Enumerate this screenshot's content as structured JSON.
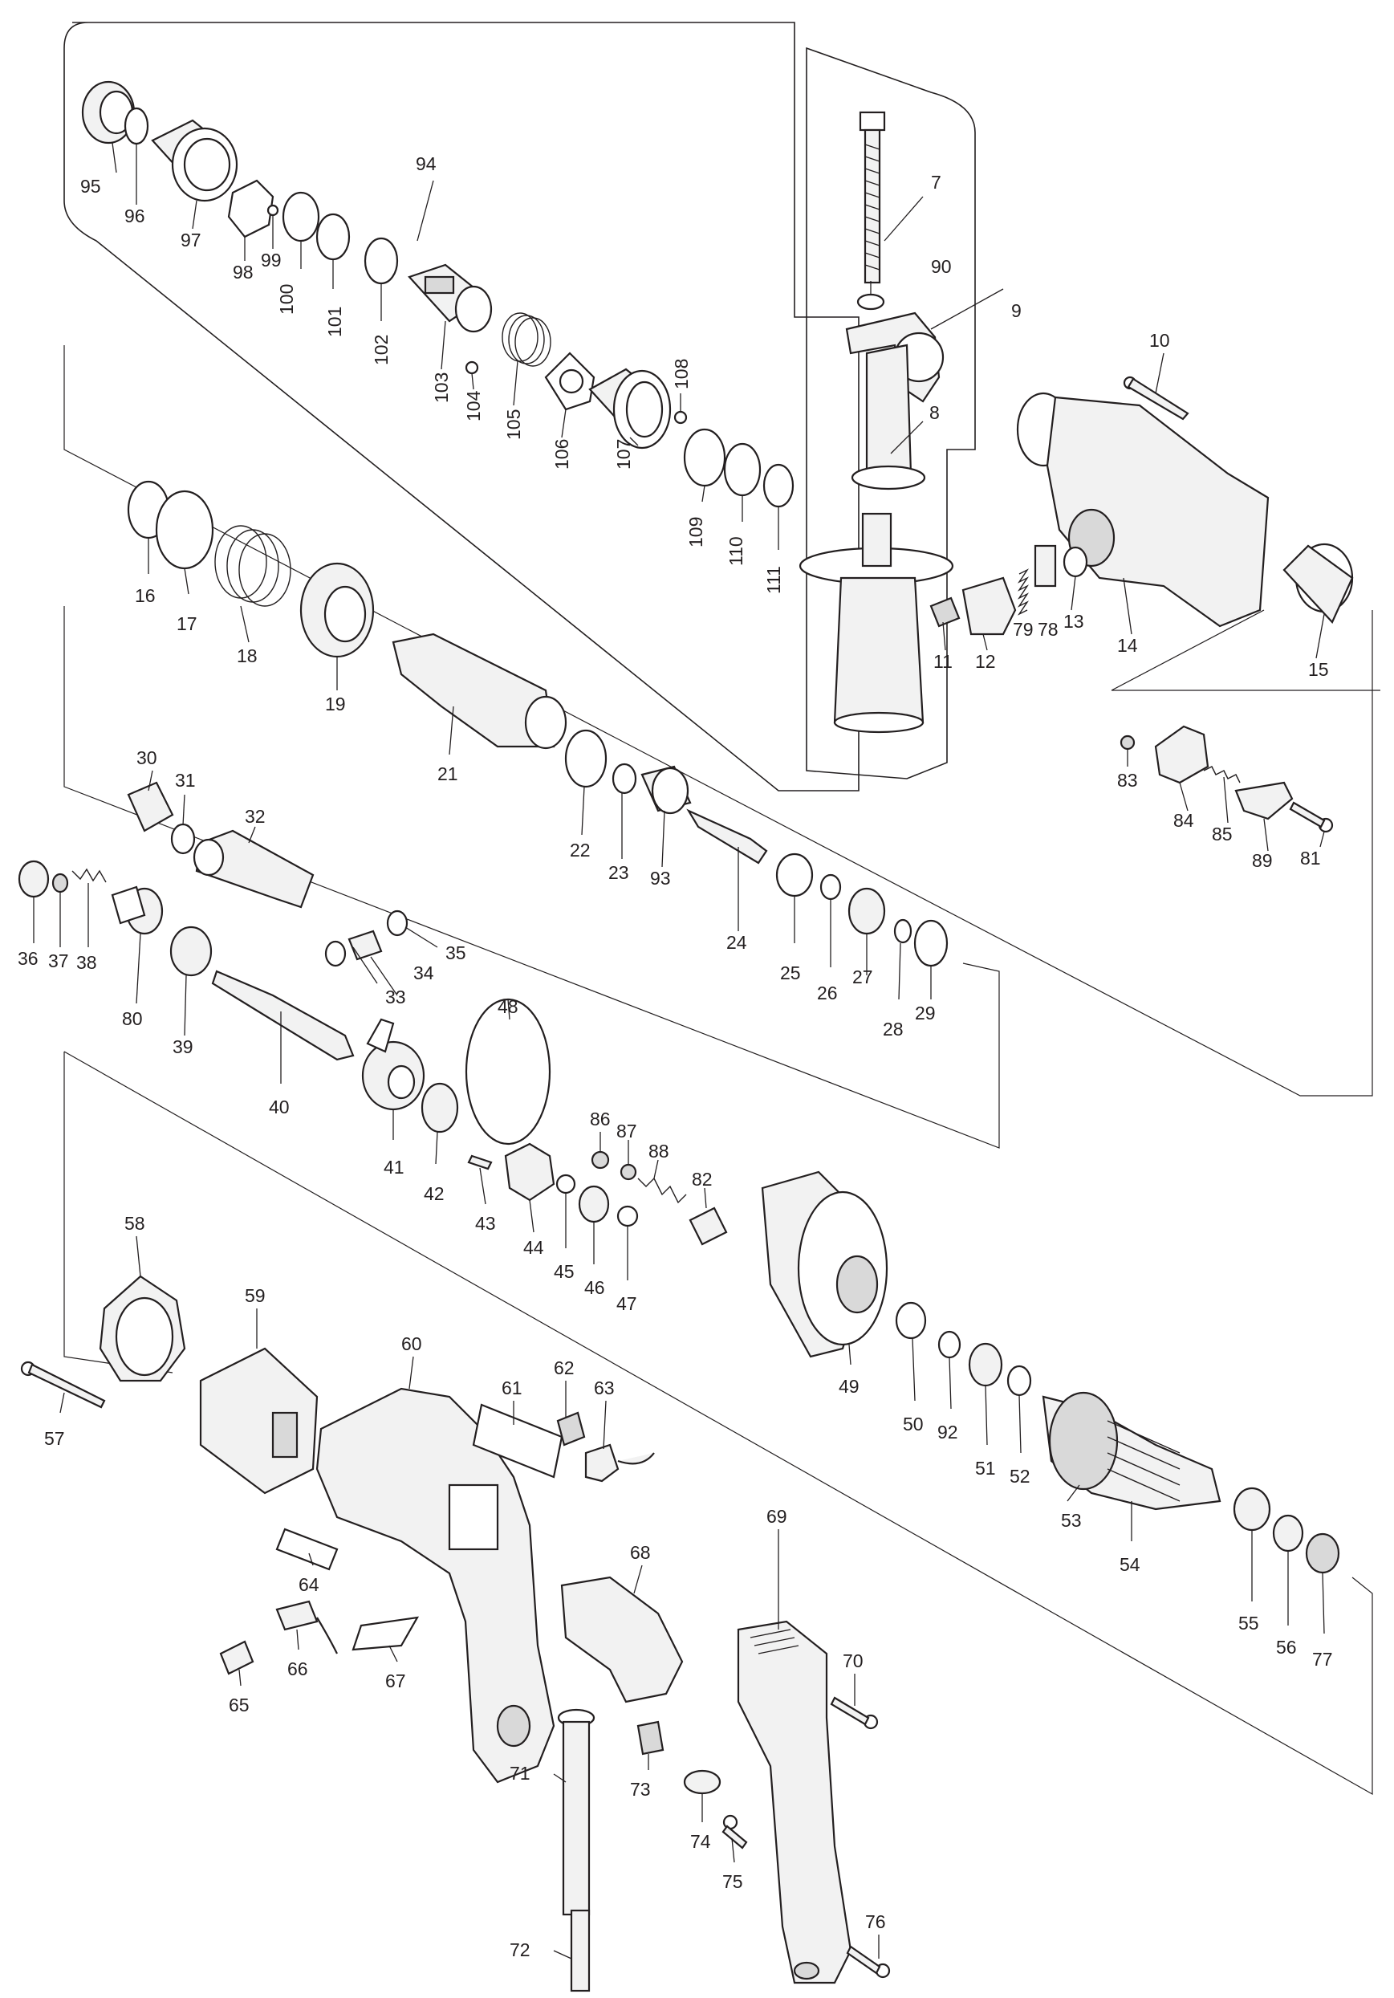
{
  "labels": {
    "l7": "7",
    "l8": "8",
    "l9": "9",
    "l10": "10",
    "l11": "11",
    "l12": "12",
    "l13": "13",
    "l14": "14",
    "l15": "15",
    "l16": "16",
    "l17": "17",
    "l18": "18",
    "l19": "19",
    "l21": "21",
    "l22": "22",
    "l23": "23",
    "l24": "24",
    "l25": "25",
    "l26": "26",
    "l27": "27",
    "l28": "28",
    "l29": "29",
    "l30": "30",
    "l31": "31",
    "l32": "32",
    "l33": "33",
    "l34": "34",
    "l35": "35",
    "l36": "36",
    "l37": "37",
    "l38": "38",
    "l39": "39",
    "l40": "40",
    "l41": "41",
    "l42": "42",
    "l43": "43",
    "l44": "44",
    "l45": "45",
    "l46": "46",
    "l47": "47",
    "l48": "48",
    "l49": "49",
    "l50": "50",
    "l51": "51",
    "l52": "52",
    "l53": "53",
    "l54": "54",
    "l55": "55",
    "l56": "56",
    "l57": "57",
    "l58": "58",
    "l59": "59",
    "l60": "60",
    "l61": "61",
    "l62": "62",
    "l63": "63",
    "l64": "64",
    "l65": "65",
    "l66": "66",
    "l67": "67",
    "l68": "68",
    "l69": "69",
    "l70": "70",
    "l71": "71",
    "l72": "72",
    "l73": "73",
    "l74": "74",
    "l75": "75",
    "l76": "76",
    "l77": "77",
    "l78": "78",
    "l79": "79",
    "l80": "80",
    "l81": "81",
    "l82": "82",
    "l83": "83",
    "l84": "84",
    "l85": "85",
    "l86": "86",
    "l87": "87",
    "l88": "88",
    "l89": "89",
    "l90": "90",
    "l92": "92",
    "l93": "93",
    "l94": "94",
    "l95": "95",
    "l96": "96",
    "l97": "97",
    "l98": "98",
    "l99": "99",
    "l100": "100",
    "l101": "101",
    "l102": "102",
    "l103": "103",
    "l104": "104",
    "l105": "105",
    "l106": "106",
    "l107": "107",
    "l108": "108",
    "l109": "109",
    "l110": "110",
    "l111": "111"
  }
}
